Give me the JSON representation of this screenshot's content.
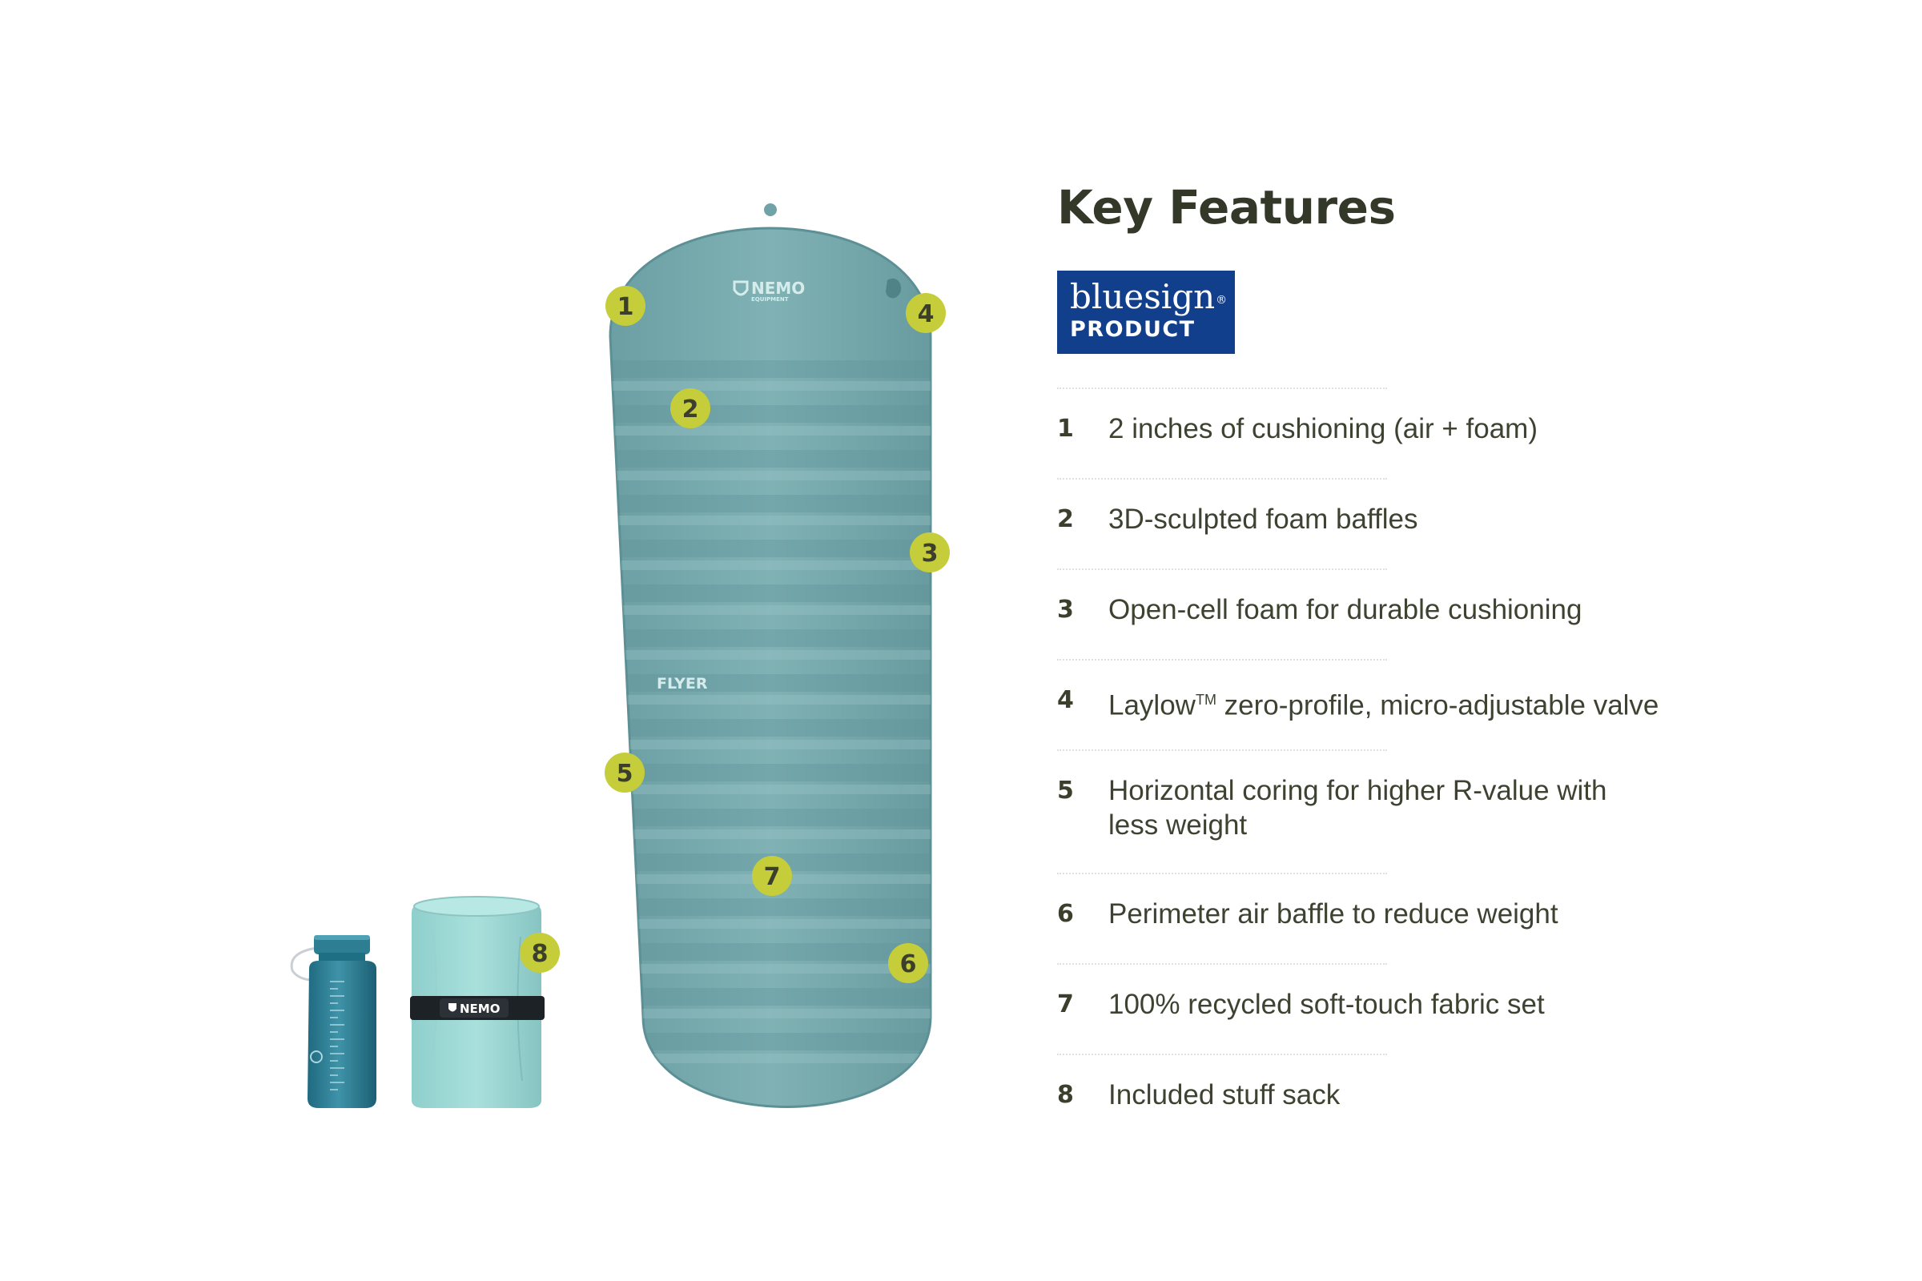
{
  "heading": "Key Features",
  "badge": {
    "word": "bluesign",
    "registered": "®",
    "sub": "PRODUCT",
    "color": "#123f8c"
  },
  "product": {
    "mat_brand": "NEMO",
    "mat_brand_sub": "EQUIPMENT",
    "mat_model": "FLYER",
    "sack_brand": "NEMO",
    "mat_color": "#77a9ac",
    "marker_color": "#c5cd3a"
  },
  "features": [
    {
      "num": "1",
      "text": "2 inches of cushioning (air + foam)"
    },
    {
      "num": "2",
      "text": "3D-sculpted foam baffles"
    },
    {
      "num": "3",
      "text": "Open-cell foam for durable cushioning"
    },
    {
      "num": "4",
      "text": "Laylow",
      "tm": "TM",
      "text_after": " zero-profile, micro-adjustable valve"
    },
    {
      "num": "5",
      "text": "Horizontal coring for higher R-value with less weight"
    },
    {
      "num": "6",
      "text": "Perimeter air baffle to reduce weight"
    },
    {
      "num": "7",
      "text": "100% recycled soft-touch fabric set"
    },
    {
      "num": "8",
      "text": "Included stuff sack"
    }
  ]
}
